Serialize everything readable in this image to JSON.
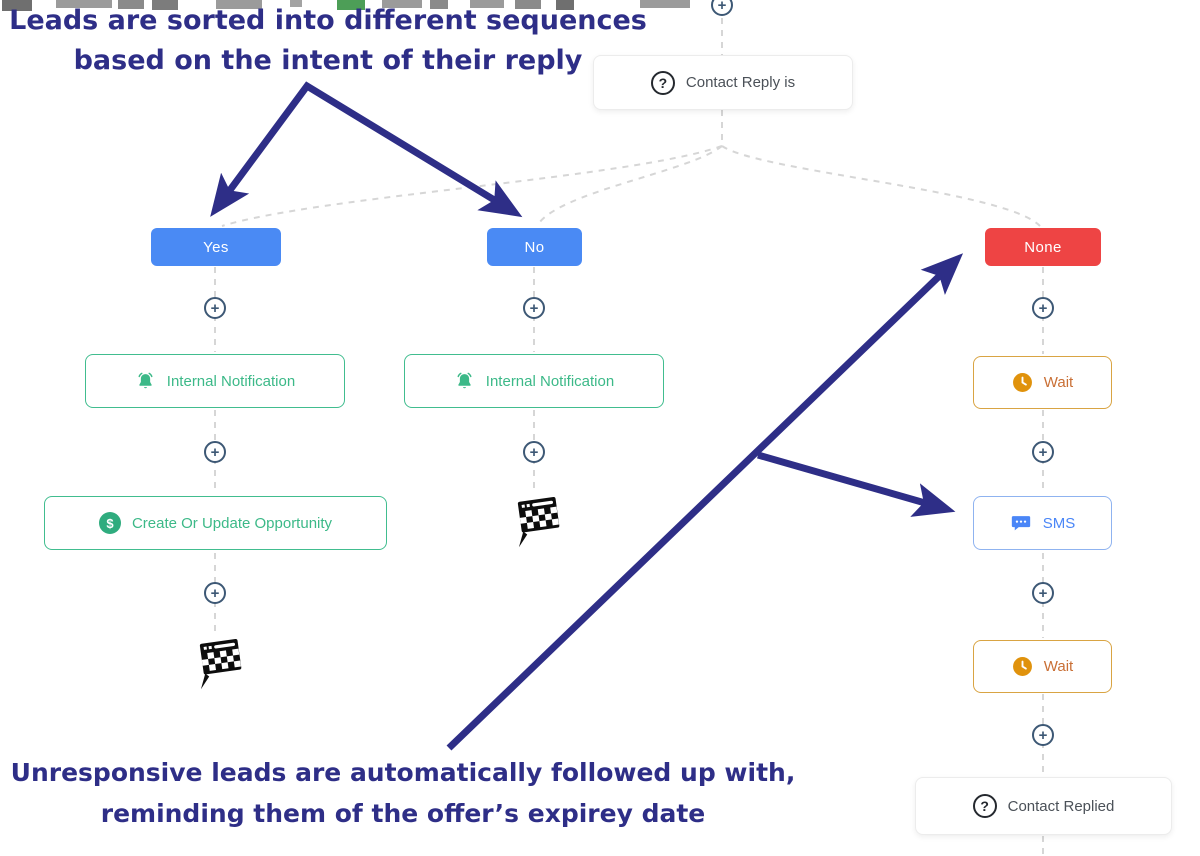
{
  "annotations": {
    "top": {
      "line1": "Leads are sorted into different sequences",
      "line2": "based on the intent of their reply"
    },
    "bottom": {
      "line1": "Unresponsive leads are automatically followed up with,",
      "line2": "reminding them of the offer’s expirey date"
    }
  },
  "workflow": {
    "trigger": {
      "label": "Contact Reply is"
    },
    "branches": {
      "yes": {
        "label": "Yes"
      },
      "no": {
        "label": "No"
      },
      "none": {
        "label": "None"
      }
    },
    "nodes": {
      "internal_notification": {
        "label": "Internal Notification"
      },
      "create_opportunity": {
        "label": "Create Or Update Opportunity"
      },
      "wait": {
        "label": "Wait"
      },
      "sms": {
        "label": "SMS"
      },
      "contact_replied": {
        "label": "Contact Replied"
      }
    },
    "glyphs": {
      "plus": "+",
      "question": "?",
      "dollar": "$"
    }
  },
  "colors": {
    "annotation_ink": "#2e2e87",
    "branch_blue": "#4a8af4",
    "branch_red": "#ee4444",
    "action_green": "#3cb988",
    "action_green_border": "#41bd8f",
    "wait_border": "#d9a443",
    "wait_text": "#c96f35",
    "wait_icon": "#e0920c",
    "sms_blue": "#4a86f7",
    "sms_border": "#8fb3f0",
    "connector_gray": "#d6d6d6",
    "plus_slate": "#3d5875"
  }
}
